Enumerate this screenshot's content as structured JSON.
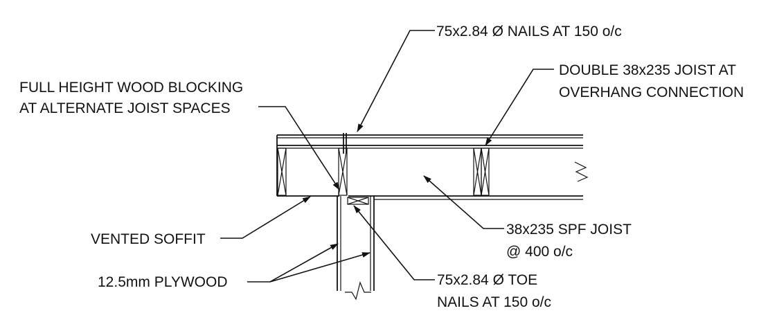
{
  "labels": {
    "nails_top": "75x2.84 Ø NAILS AT 150 o/c",
    "double_joist_line1": "DOUBLE 38x235 JOIST AT",
    "double_joist_line2": "OVERHANG CONNECTION",
    "blocking_line1": "FULL HEIGHT WOOD BLOCKING",
    "blocking_line2": "AT ALTERNATE JOIST SPACES",
    "soffit": "VENTED SOFFIT",
    "plywood": "12.5mm PLYWOOD",
    "spf_joist_line1": "38x235 SPF JOIST",
    "spf_joist_line2": "@ 400 o/c",
    "toe_nails_line1": "75x2.84 Ø TOE",
    "toe_nails_line2": "NAILS AT 150 o/c"
  },
  "colors": {
    "ink": "#111111",
    "background": "#ffffff"
  }
}
